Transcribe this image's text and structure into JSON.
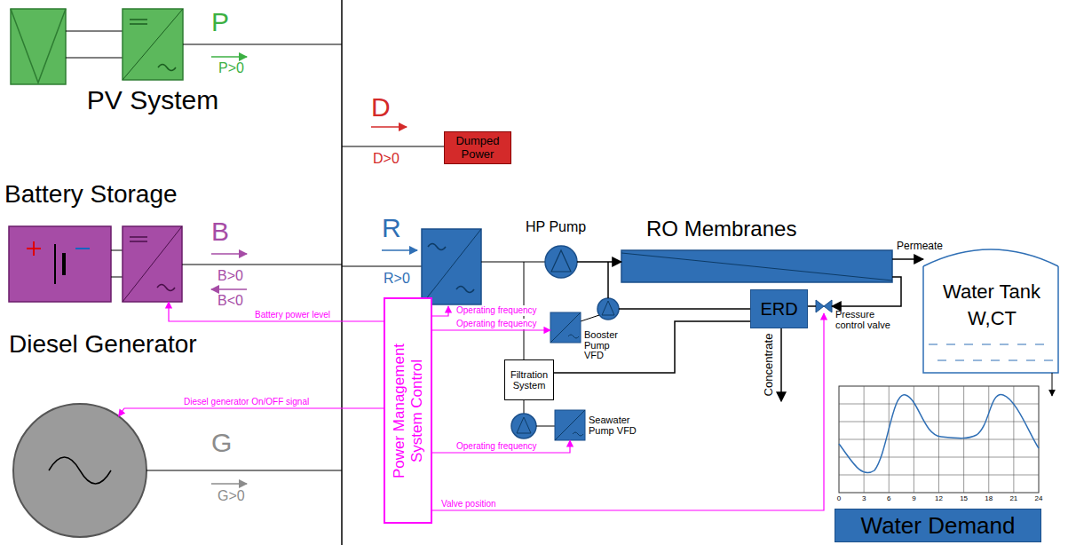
{
  "diagram": {
    "nodes": [
      {
        "text": [
          "PV System"
        ]
      },
      {
        "text": [
          "Battery Storage"
        ]
      },
      {
        "text": [
          "Diesel Generator"
        ]
      },
      {
        "text": [
          "Dumped Power"
        ]
      },
      {
        "text": [
          "HP Pump"
        ]
      },
      {
        "text": [
          "RO Membranes"
        ]
      },
      {
        "text": [
          "ERD"
        ]
      },
      {
        "text": [
          "Pressure control valve"
        ]
      },
      {
        "text": [
          "Water Tank",
          "W,CT"
        ]
      },
      {
        "text": [
          "Booster Pump VFD"
        ]
      },
      {
        "text": [
          "Filtration System"
        ]
      },
      {
        "text": [
          "Seawater Pump VFD"
        ]
      },
      {
        "text": [
          "Power Management System Control"
        ]
      },
      {
        "text": [
          "Water Demand"
        ]
      }
    ],
    "edges": [
      {
        "from": 12,
        "to": 1,
        "arrow": "to",
        "label": "Battery power level"
      },
      {
        "from": 12,
        "to": 2,
        "arrow": "to",
        "label": "Diesel generator On/OFF signal"
      },
      {
        "from": 12,
        "to": 9,
        "arrow": "to",
        "label": "Operating frequency"
      },
      {
        "from": 12,
        "to": 11,
        "arrow": "to",
        "label": "Operating frequency"
      },
      {
        "from": 12,
        "to": 7,
        "arrow": "to",
        "label": "Valve position"
      },
      {
        "from": 4,
        "to": 5,
        "arrow": "to"
      },
      {
        "from": 5,
        "to": 8,
        "arrow": "to",
        "label": "Permeate"
      },
      {
        "from": 5,
        "to": 7,
        "arrow": "to"
      },
      {
        "from": 7,
        "to": 6,
        "arrow": "none"
      },
      {
        "from": 10,
        "to": 6,
        "arrow": "none"
      }
    ],
    "labels": [
      "P",
      "P>0",
      "D",
      "D>0",
      "R",
      "R>0",
      "B",
      "B>0",
      "B<0",
      "G",
      "G>0",
      "Operating frequency",
      "Concentrate",
      "0",
      "3",
      "6",
      "9",
      "12",
      "15",
      "18",
      "21",
      "24"
    ]
  }
}
